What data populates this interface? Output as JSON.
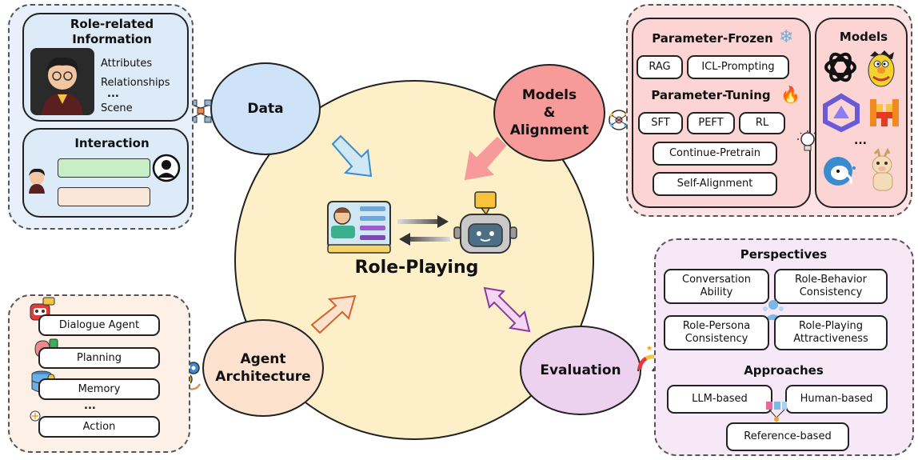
{
  "center": {
    "label": "Role-Playing"
  },
  "data_node": {
    "label": "Data"
  },
  "models_node": {
    "line1": "Models",
    "line2": "&",
    "line3": "Alignment"
  },
  "agent_node": {
    "line1": "Agent",
    "line2": "Architecture"
  },
  "eval_node": {
    "label": "Evaluation"
  },
  "data_panel": {
    "role_title_1": "Role-related",
    "role_title_2": "Information",
    "items": [
      "Attributes",
      "Relationships",
      "...",
      "Scene"
    ],
    "interaction_title": "Interaction"
  },
  "models_panel": {
    "frozen_title": "Parameter-Frozen",
    "frozen_items": [
      "RAG",
      "ICL-Prompting"
    ],
    "tuning_title": "Parameter-Tuning",
    "tuning_items": [
      "SFT",
      "PEFT",
      "RL"
    ],
    "continue_pretrain": "Continue-Pretrain",
    "self_alignment": "Self-Alignment",
    "models_title": "Models",
    "models_ellipsis": "..."
  },
  "agent_panel": {
    "items": [
      "Dialogue Agent",
      "Planning",
      "Memory",
      "...",
      "Action"
    ]
  },
  "eval_panel": {
    "perspectives_title": "Perspectives",
    "perspectives": [
      {
        "l1": "Conversation",
        "l2": "Ability"
      },
      {
        "l1": "Role-Behavior",
        "l2": "Consistency"
      },
      {
        "l1": "Role-Persona",
        "l2": "Consistency"
      },
      {
        "l1": "Role-Playing",
        "l2": "Attractiveness"
      }
    ],
    "approaches_title": "Approaches",
    "approaches": [
      "LLM-based",
      "Human-based",
      "Reference-based"
    ]
  },
  "colors": {
    "data_bg": "#e7f0fb",
    "data_node": "#cfe3f8",
    "models_bg": "#fde3e3",
    "models_node": "#f79a9a",
    "agent_bg": "#fdf0e6",
    "agent_node": "#fde3cf",
    "eval_bg": "#f7e8f7",
    "eval_node": "#ecd2ef",
    "center": "#fdf0c8"
  }
}
